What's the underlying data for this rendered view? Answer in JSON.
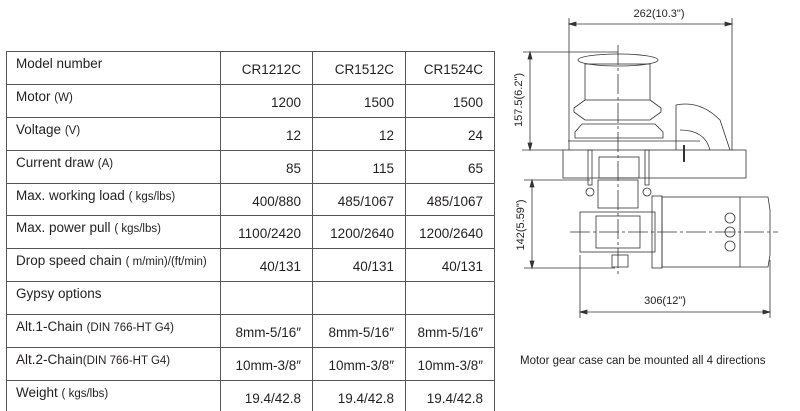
{
  "table": {
    "header": {
      "label": "Model number",
      "models": [
        "CR1212C",
        "CR1512C",
        "CR1524C"
      ]
    },
    "rows": [
      {
        "label": "Motor",
        "unit": "(W)",
        "values": [
          "1200",
          "1500",
          "1500"
        ]
      },
      {
        "label": "Voltage",
        "unit": "(V)",
        "values": [
          "12",
          "12",
          "24"
        ]
      },
      {
        "label": "Current draw",
        "unit": "(A)",
        "values": [
          "85",
          "115",
          "65"
        ]
      },
      {
        "label": "Max. working load",
        "unit": "( kgs/lbs)",
        "values": [
          "400/880",
          "485/1067",
          "485/1067"
        ]
      },
      {
        "label": "Max. power pull",
        "unit": "( kgs/lbs)",
        "values": [
          "1100/2420",
          "1200/2640",
          "1200/2640"
        ]
      },
      {
        "label": "Drop speed chain",
        "unit": "( m/min)/(ft/min)",
        "values": [
          "40/131",
          "40/131",
          "40/131"
        ]
      },
      {
        "label": "Gypsy options",
        "unit": "",
        "values": [
          "",
          "",
          ""
        ]
      },
      {
        "label": "Alt.1-Chain",
        "unit": "(DIN 766-HT G4)",
        "values": [
          "8mm-5/16″",
          "8mm-5/16″",
          "8mm-5/16″"
        ]
      },
      {
        "label": "Alt.2-Chain",
        "unit": "(DIN 766-HT G4)",
        "values": [
          "10mm-3/8″",
          "10mm-3/8″",
          "10mm-3/8″"
        ]
      },
      {
        "label": "Weight",
        "unit": "( kgs/lbs)",
        "values": [
          "19.4/42.8",
          "19.4/42.8",
          "19.4/42.8"
        ]
      }
    ]
  },
  "drawing": {
    "dim_width_top": "262(10.3\")",
    "dim_height_upper": "157.5(6.2\")",
    "dim_height_lower": "142(5.59\")",
    "dim_width_bottom": "306(12\")",
    "caption": "Motor gear case can be mounted all 4 directions"
  }
}
